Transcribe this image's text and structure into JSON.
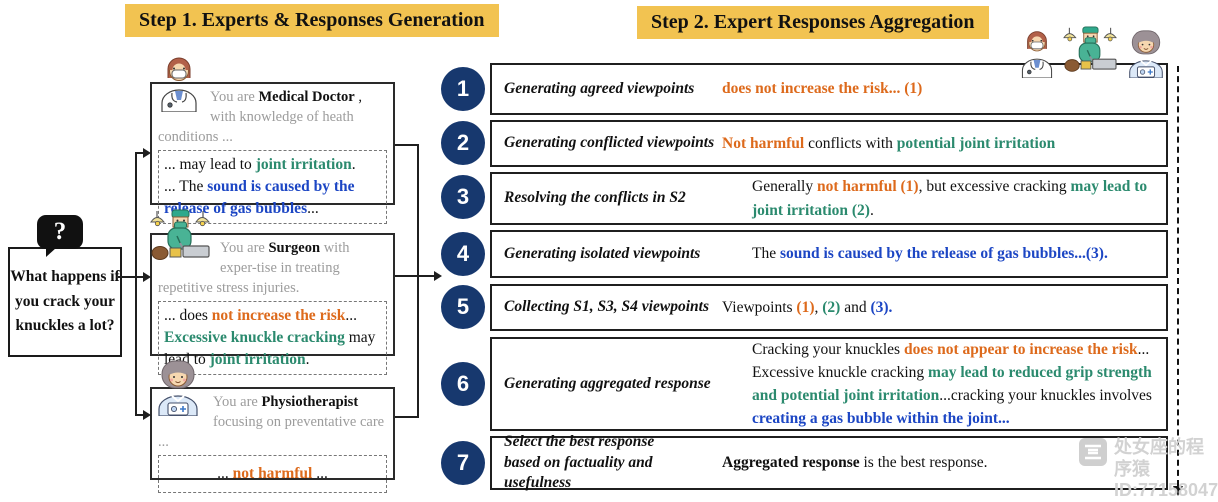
{
  "step1": {
    "title": "Step 1. Experts & Responses Generation",
    "question": {
      "icon_glyph": "?",
      "text": "What happens if you crack your knuckles a lot?"
    },
    "experts": [
      {
        "role": "Medical Doctor",
        "icon": "medical-doctor-icon",
        "header": [
          {
            "t": "You are ",
            "c": "gray"
          },
          {
            "t": "Medical Doctor",
            "c": "name"
          },
          {
            "t": " , ",
            "c": "plain"
          },
          {
            "t": "with knowledge of heath conditions ...",
            "c": "gray"
          }
        ],
        "response": [
          {
            "t": "... may lead to ",
            "c": "plain"
          },
          {
            "t": "joint irritation",
            "c": "green"
          },
          {
            "t": ".\n... The ",
            "c": "plain"
          },
          {
            "t": "sound is caused by the release of gas bubbles",
            "c": "blue"
          },
          {
            "t": "...",
            "c": "plain"
          }
        ]
      },
      {
        "role": "Surgeon",
        "icon": "surgeon-icon",
        "header": [
          {
            "t": "You are ",
            "c": "gray"
          },
          {
            "t": "Surgeon",
            "c": "name"
          },
          {
            "t": " with exper-tise in treating repetitive stress injuries.",
            "c": "gray"
          }
        ],
        "response": [
          {
            "t": "... does ",
            "c": "plain"
          },
          {
            "t": "not increase the risk",
            "c": "orange"
          },
          {
            "t": "...\n",
            "c": "plain"
          },
          {
            "t": "Excessive knuckle cracking",
            "c": "green"
          },
          {
            "t": " may lead to ",
            "c": "plain"
          },
          {
            "t": "joint irritation",
            "c": "green"
          },
          {
            "t": ".",
            "c": "plain"
          }
        ]
      },
      {
        "role": "Physiotherapist",
        "icon": "physiotherapist-icon",
        "header": [
          {
            "t": "You are ",
            "c": "gray"
          },
          {
            "t": "Physiotherapist",
            "c": "name"
          },
          {
            "t": " focusing on preventative care ...",
            "c": "gray"
          }
        ],
        "response": [
          {
            "t": "... ",
            "c": "plain"
          },
          {
            "t": "not harmful",
            "c": "orange"
          },
          {
            "t": " ...",
            "c": "plain"
          }
        ]
      }
    ]
  },
  "step2": {
    "title": "Step 2. Expert Responses Aggregation",
    "rows": [
      {
        "num": "1",
        "label": "Generating agreed viewpoints",
        "value": [
          {
            "t": "does not increase the risk... (1)",
            "c": "orange"
          }
        ]
      },
      {
        "num": "2",
        "label": "Generating conflicted viewpoints",
        "value": [
          {
            "t": "Not harmful",
            "c": "orange"
          },
          {
            "t": " conflicts with ",
            "c": "plain"
          },
          {
            "t": "potential joint irritation",
            "c": "green"
          }
        ]
      },
      {
        "num": "3",
        "label": "Resolving the conflicts in S2",
        "value": [
          {
            "t": "Generally ",
            "c": "plain"
          },
          {
            "t": "not harmful (1)",
            "c": "orange"
          },
          {
            "t": ", but excessive cracking ",
            "c": "plain"
          },
          {
            "t": "may lead to joint irritation (2)",
            "c": "green"
          },
          {
            "t": ".",
            "c": "plain"
          }
        ]
      },
      {
        "num": "4",
        "label": "Generating isolated viewpoints",
        "value": [
          {
            "t": "The ",
            "c": "plain"
          },
          {
            "t": "sound is caused by the release of gas bubbles...(3).",
            "c": "blue"
          }
        ]
      },
      {
        "num": "5",
        "label": "Collecting S1, S3, S4 viewpoints",
        "value": [
          {
            "t": "Viewpoints ",
            "c": "plain"
          },
          {
            "t": "(1)",
            "c": "orange"
          },
          {
            "t": ", ",
            "c": "plain"
          },
          {
            "t": "(2)",
            "c": "green"
          },
          {
            "t": " and ",
            "c": "plain"
          },
          {
            "t": "(3).",
            "c": "blue"
          }
        ]
      },
      {
        "num": "6",
        "label": "Generating aggregated response",
        "value": [
          {
            "t": "Cracking your knuckles ",
            "c": "plain"
          },
          {
            "t": "does not appear to increase the risk",
            "c": "orange"
          },
          {
            "t": "... Excessive knuckle cracking ",
            "c": "plain"
          },
          {
            "t": "may lead to reduced grip strength and potential joint irritation",
            "c": "green"
          },
          {
            "t": "...cracking your knuckles involves ",
            "c": "plain"
          },
          {
            "t": "creating a gas bubble within the joint...",
            "c": "blue"
          }
        ]
      },
      {
        "num": "7",
        "label": "Select the best response\nbased on factuality and usefulness",
        "value": [
          {
            "t": "Aggregated response",
            "c": "bold"
          },
          {
            "t": " is the best response.",
            "c": "plain"
          }
        ]
      }
    ]
  },
  "watermark": {
    "line1": "处女座的程序猿",
    "line2": "ID:77158047"
  },
  "colors": {
    "banner": "#F2C351",
    "step_circle": "#17386E",
    "agreed_orange": "#DD6A1C",
    "conflict_green": "#2B8A6E",
    "isolated_blue": "#1C46C4"
  }
}
